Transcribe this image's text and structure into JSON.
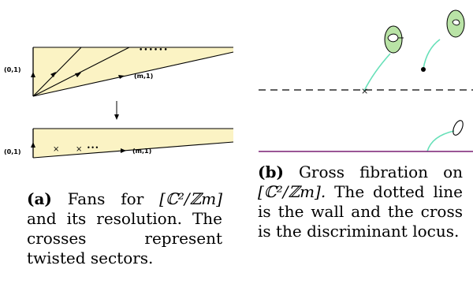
{
  "panel_a": {
    "top_fan": {
      "label_left": "(0,1)",
      "label_right": "(m,1)",
      "dots": "••••••"
    },
    "bottom_fan": {
      "label_left": "(0,1)",
      "label_right": "(m,1)",
      "dots": "•••",
      "cross": "×"
    },
    "caption": {
      "tag": "(a)",
      "lead": "Fans for",
      "math": "[ℂ²/ℤm]",
      "tail": "and its resolution. The crosses represent twisted sectors."
    }
  },
  "panel_b": {
    "cross": "×",
    "caption": {
      "tag": "(b)",
      "lead": "Gross fibration on",
      "math": "[ℂ²/ℤm].",
      "tail": "The dotted line is the wall and the cross is the discriminant locus."
    }
  },
  "colors": {
    "fan_fill": "#fbf3c4",
    "fan_line": "#000000",
    "green_fill": "#b9e3a6",
    "green_curve": "#66e0b8",
    "purple_line": "#7a1f73"
  }
}
